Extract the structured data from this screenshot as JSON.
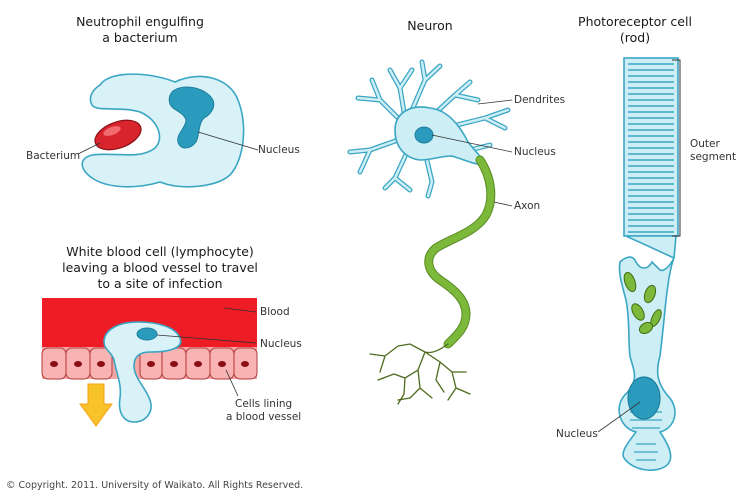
{
  "panels": {
    "neutrophil": {
      "title_line1": "Neutrophil engulfing",
      "title_line2": "a bacterium",
      "labels": {
        "bacterium": "Bacterium",
        "nucleus": "Nucleus"
      }
    },
    "lymphocyte": {
      "title_line1": "White blood cell (lymphocyte)",
      "title_line2": "leaving a blood vessel to travel",
      "title_line3": "to a site of infection",
      "labels": {
        "blood": "Blood",
        "nucleus": "Nucleus",
        "cells_line1": "Cells lining",
        "cells_line2": "a blood vessel"
      }
    },
    "neuron": {
      "title": "Neuron",
      "labels": {
        "dendrites": "Dendrites",
        "nucleus": "Nucleus",
        "axon": "Axon"
      }
    },
    "photoreceptor": {
      "title_line1": "Photoreceptor cell",
      "title_line2": "(rod)",
      "labels": {
        "outer_line1": "Outer",
        "outer_line2": "segment",
        "nucleus": "Nucleus"
      }
    }
  },
  "copyright": "© Copyright. 2011. University of Waikato. All Rights Reserved.",
  "colors": {
    "cell_fill": "#d8f2f7",
    "cell_stroke": "#3aa6c4",
    "nucleus": "#2a9bbd",
    "bacterium": "#d8242c",
    "blood": "#ee1c24",
    "lining_cell": "#f6a5a5",
    "axon_green": "#7cb83a",
    "arrow": "#f7c22a"
  }
}
